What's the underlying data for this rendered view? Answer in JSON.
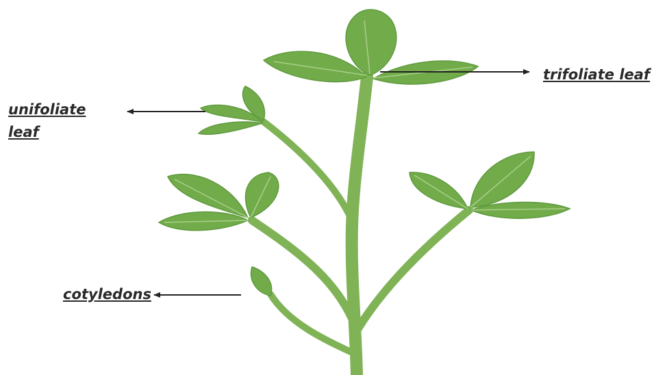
{
  "labels": {
    "trifoliate": "trifoliate leaf",
    "unifoliate_line1": "unifoliate",
    "unifoliate_line2": "leaf",
    "cotyledons": "cotyledons"
  },
  "colors": {
    "stem": "#7fb356",
    "stem_dark": "#5f9a3e",
    "leaf": "#72ab4a",
    "leaf_vein": "#a9d08a",
    "arrow": "#222222",
    "label_text": "#2a2a2a"
  }
}
